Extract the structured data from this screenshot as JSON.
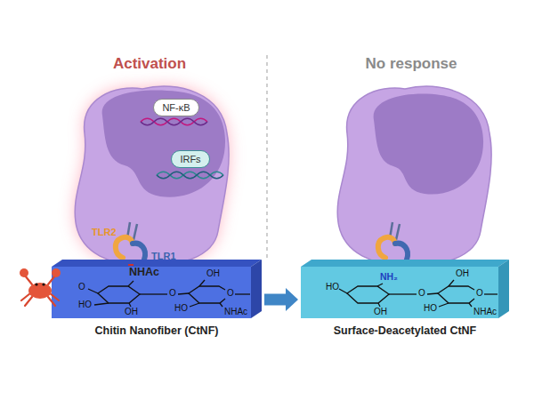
{
  "diagram": {
    "nodes": [
      {
        "text": [
          "NF-κB"
        ]
      },
      {
        "text": [
          "IRFs"
        ]
      },
      {
        "text": [
          "Chitin Nanofiber (CtNF)"
        ]
      },
      {
        "text": [
          "NHAc"
        ],
        "in": 2
      },
      {
        "text": [
          "Surface-Deacetylated CtNF"
        ]
      }
    ],
    "edges": [
      {
        "from": 2,
        "to": 4,
        "arrow": "to"
      }
    ],
    "labels": [
      "Activation",
      "No response",
      "TLR2",
      "TLR1",
      "O",
      "HO",
      "OH",
      "O",
      "OH",
      "HO",
      "O",
      "NHAc",
      "HO",
      "NH₂",
      "OH",
      "O",
      "OH",
      "HO",
      "O",
      "NHAc"
    ]
  }
}
